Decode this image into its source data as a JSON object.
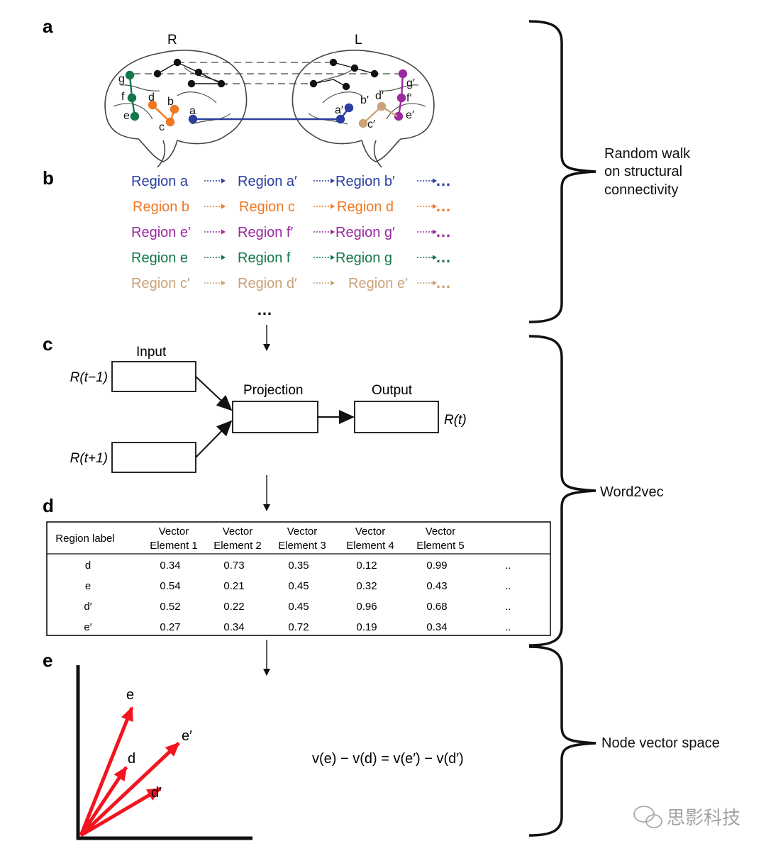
{
  "panels": {
    "a": {
      "letter": "a",
      "hemisphere_right": "R",
      "hemisphere_left": "L",
      "nodes": {
        "g": "g",
        "f": "f",
        "e": "e",
        "d": "d",
        "b": "b",
        "c": "c",
        "a": "a",
        "g_prime": "g′",
        "f_prime": "f′",
        "e_prime": "e′",
        "d_prime": "d′",
        "b_prime": "b′",
        "c_prime": "c′",
        "a_prime": "a′"
      }
    },
    "b": {
      "letter": "b",
      "walks": [
        {
          "color": "#2b3fa0",
          "regions": [
            "Region a",
            "Region a′",
            "Region b′"
          ],
          "ellipsis": "…"
        },
        {
          "color": "#f07722",
          "regions": [
            "Region b",
            "Region c",
            "Region d"
          ],
          "ellipsis": "…"
        },
        {
          "color": "#9a2a9f",
          "regions": [
            "Region e′",
            "Region f′",
            "Region g′"
          ],
          "ellipsis": "…"
        },
        {
          "color": "#13774a",
          "regions": [
            "Region e",
            "Region f",
            "Region g"
          ],
          "ellipsis": "…"
        },
        {
          "color": "#c9a27a",
          "regions": [
            "Region c′",
            "Region d′",
            "Region e′"
          ],
          "ellipsis": "…"
        }
      ],
      "more": "…"
    },
    "c": {
      "letter": "c",
      "input_label": "Input",
      "projection_label": "Projection",
      "output_label": "Output",
      "r_prev": "R(t−1)",
      "r_next": "R(t+1)",
      "r_out": "R(t)"
    },
    "d": {
      "letter": "d",
      "headers": [
        [
          "Region label"
        ],
        [
          "Vector",
          "Element 1"
        ],
        [
          "Vector",
          "Element 2"
        ],
        [
          "Vector",
          "Element 3"
        ],
        [
          "Vector",
          "Element 4"
        ],
        [
          "Vector",
          "Element 5"
        ]
      ],
      "rows": [
        {
          "label": "d",
          "values": [
            "0.34",
            "0.73",
            "0.35",
            "0.12",
            "0.99"
          ],
          "more": ".."
        },
        {
          "label": "e",
          "values": [
            "0.54",
            "0.21",
            "0.45",
            "0.32",
            "0.43"
          ],
          "more": ".."
        },
        {
          "label": "d′",
          "values": [
            "0.52",
            "0.22",
            "0.45",
            "0.96",
            "0.68"
          ],
          "more": ".."
        },
        {
          "label": "e′",
          "values": [
            "0.27",
            "0.34",
            "0.72",
            "0.19",
            "0.34"
          ],
          "more": ".."
        }
      ]
    },
    "e": {
      "letter": "e",
      "vectors": [
        "e",
        "d",
        "e′",
        "d′"
      ],
      "equation": "v(e) − v(d) = v(e′) − v(d′)",
      "arrow_color": "#f2141e"
    }
  },
  "brackets": {
    "random_walk": [
      "Random walk",
      "on structural",
      "connectivity"
    ],
    "word2vec": "Word2vec",
    "node_vector_space": "Node vector space"
  },
  "watermark": "思影科技"
}
